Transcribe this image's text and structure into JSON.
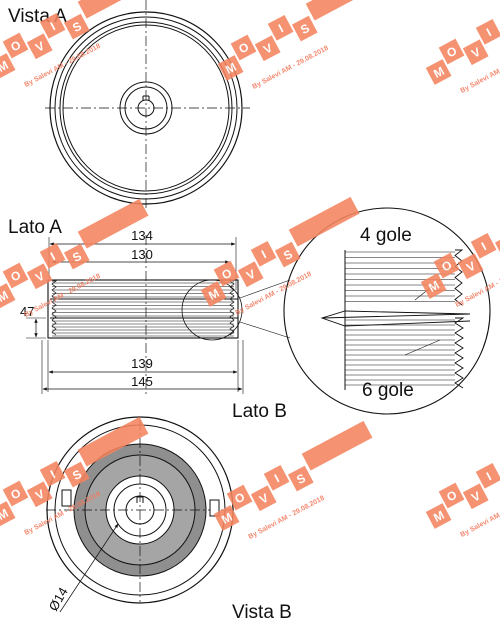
{
  "views": {
    "vista_a": "Vista A",
    "lato_a": "Lato A",
    "lato_b": "Lato B",
    "vista_b": "Vista B"
  },
  "dimensions": {
    "d134": "134",
    "d130": "130",
    "d47": "47",
    "d139": "139",
    "d145": "145",
    "d14": "Ø14"
  },
  "detail": {
    "grooves_top": "4 gole",
    "grooves_bottom": "6 gole"
  },
  "watermark": {
    "letters": [
      "M",
      "O",
      "V",
      "I",
      "S"
    ],
    "signature": "By Salevi AM - 29.08.2018",
    "color": "#f4845f"
  },
  "colors": {
    "line": "#111111",
    "damper_fill": "#8f8f8f"
  }
}
